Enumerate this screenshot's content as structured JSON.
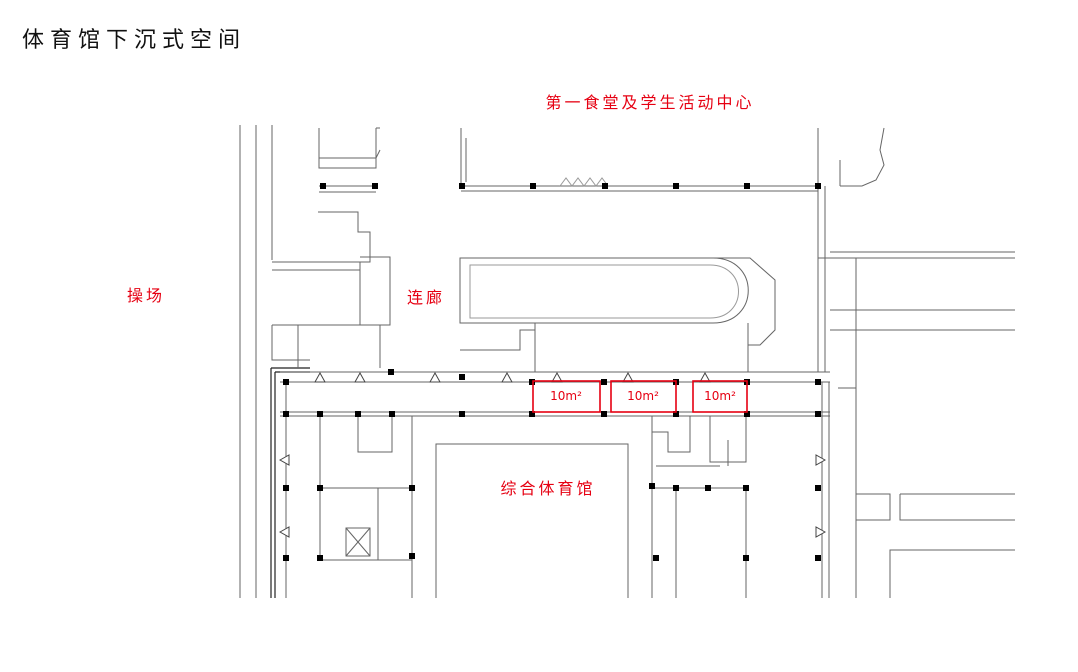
{
  "page_title": "体育馆下沉式空间",
  "labels": {
    "canteen": "第一食堂及学生活动中心",
    "playground": "操场",
    "corridor": "连廊",
    "gym": "综合体育馆"
  },
  "areas": [
    "10m²",
    "10m²",
    "10m²"
  ],
  "colors": {
    "label": "#e60012",
    "lines": "#666666",
    "columns": "#000000"
  }
}
